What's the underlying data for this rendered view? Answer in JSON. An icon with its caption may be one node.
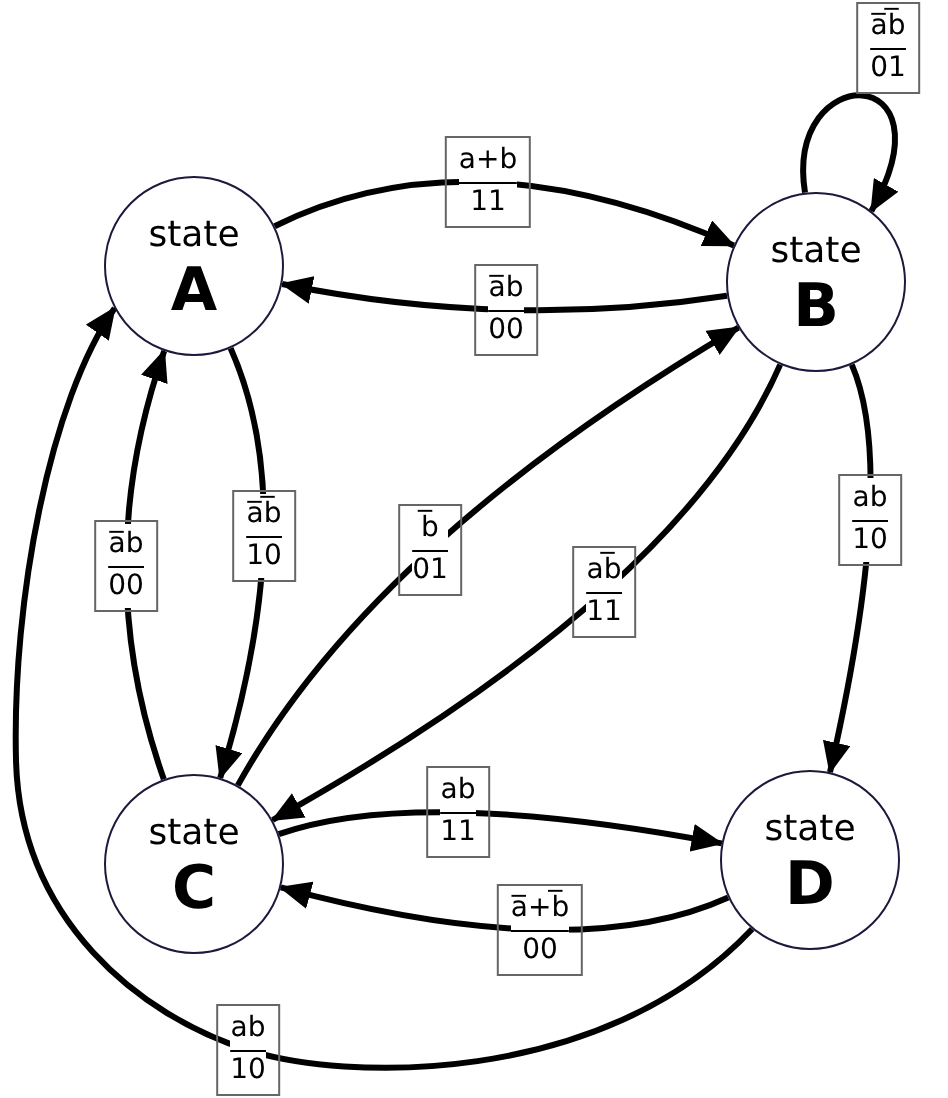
{
  "diagram": {
    "nodes": [
      {
        "text": [
          "state",
          "A"
        ]
      },
      {
        "text": [
          "state",
          "B"
        ]
      },
      {
        "text": [
          "state",
          "C"
        ]
      },
      {
        "text": [
          "state",
          "D"
        ]
      }
    ],
    "edges": [
      {
        "from": 0,
        "to": 1,
        "arrow": "to",
        "label": "a+b 11"
      },
      {
        "from": 1,
        "to": 0,
        "arrow": "to",
        "label": "a̅b 00"
      },
      {
        "from": 1,
        "to": 1,
        "arrow": "to",
        "label": "a̅b̅ 01"
      },
      {
        "from": 0,
        "to": 2,
        "arrow": "to",
        "label": "a̅b̅ 10"
      },
      {
        "from": 2,
        "to": 0,
        "arrow": "to",
        "label": "a̅b 00"
      },
      {
        "from": 2,
        "to": 1,
        "arrow": "to",
        "label": "b̅ 01"
      },
      {
        "from": 1,
        "to": 2,
        "arrow": "to",
        "label": "ab̅ 11"
      },
      {
        "from": 1,
        "to": 3,
        "arrow": "to",
        "label": "ab 10"
      },
      {
        "from": 2,
        "to": 3,
        "arrow": "to",
        "label": "ab 11"
      },
      {
        "from": 3,
        "to": 2,
        "arrow": "to",
        "label": "a̅+b̅ 00"
      },
      {
        "from": 3,
        "to": 0,
        "arrow": "to",
        "label": "ab 10"
      }
    ]
  }
}
